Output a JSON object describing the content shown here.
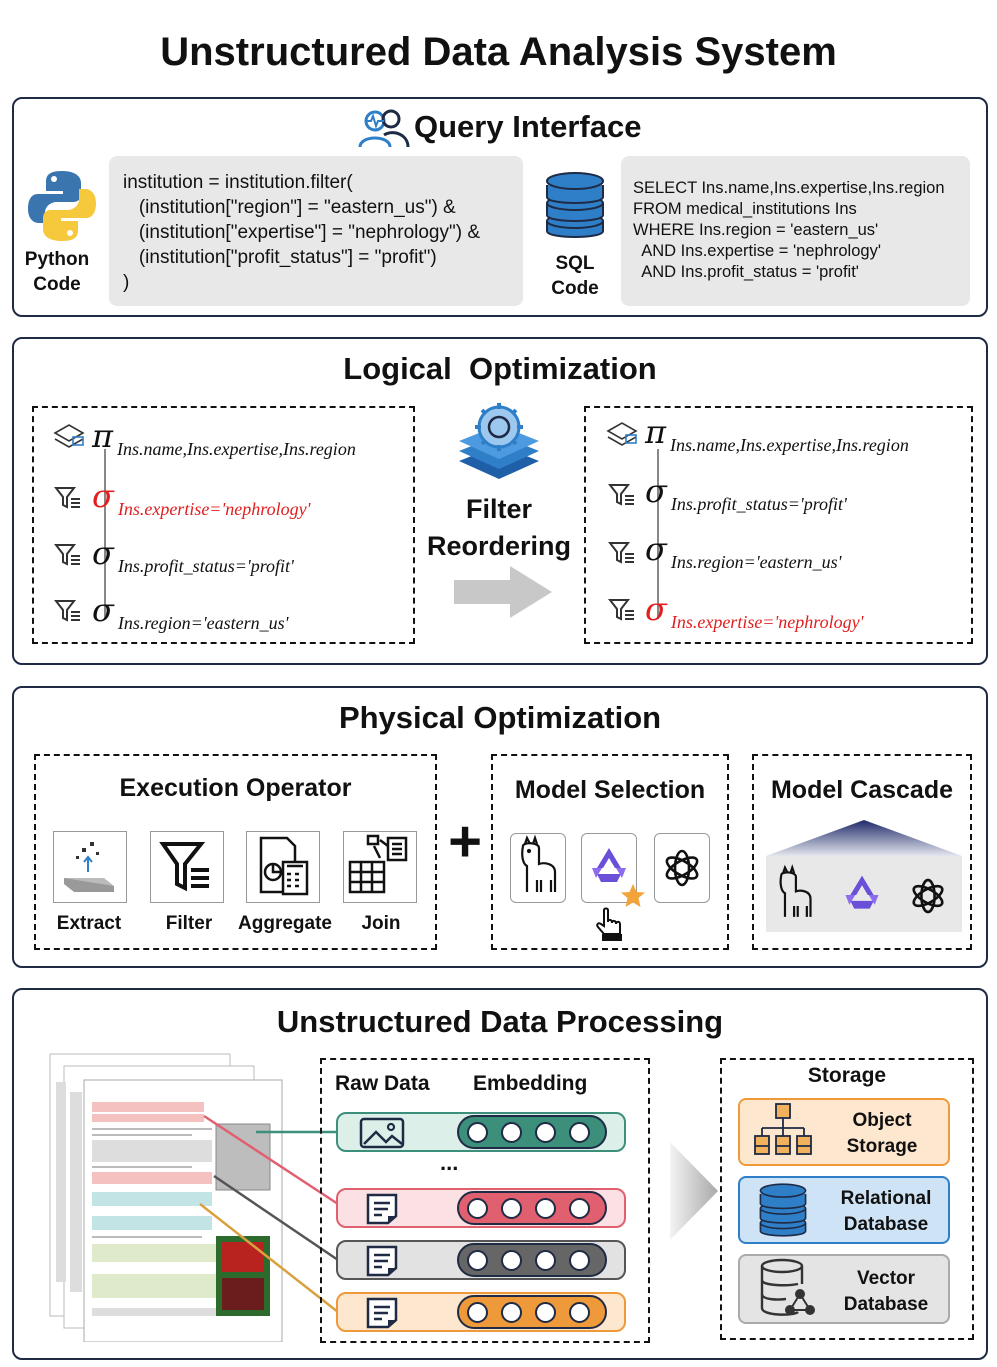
{
  "title": "Unstructured Data Analysis System",
  "query_interface": {
    "title": "Query Interface",
    "python_label": [
      "Python",
      "Code"
    ],
    "python_code": [
      "institution = institution.filter(",
      "   (institution[\"region\"] = \"eastern_us\") &",
      "   (institution[\"expertise\"] = \"nephrology\") &",
      "   (institution[\"profit_status\"] = \"profit\")",
      ")"
    ],
    "sql_label": [
      "SQL",
      "Code"
    ],
    "sql_code": [
      "SELECT Ins.name,Ins.expertise,Ins.region",
      "FROM medical_institutions Ins",
      "WHERE Ins.region = 'eastern_us'",
      "  AND Ins.expertise = 'nephrology'",
      "  AND Ins.profit_status = 'profit'"
    ]
  },
  "logical": {
    "title": "Logical  Optimization",
    "middle_label": [
      "Filter",
      "Reordering"
    ],
    "before": [
      {
        "sym": "π",
        "sub": "Ins.name,Ins.expertise,Ins.region",
        "red": false
      },
      {
        "sym": "σ",
        "sub": "Ins.expertise='nephrology'",
        "red": true
      },
      {
        "sym": "σ",
        "sub": "Ins.profit_status='profit'",
        "red": false
      },
      {
        "sym": "σ",
        "sub": "Ins.region='eastern_us'",
        "red": false
      }
    ],
    "after": [
      {
        "sym": "π",
        "sub": "Ins.name,Ins.expertise,Ins.region",
        "red": false
      },
      {
        "sym": "σ",
        "sub": "Ins.profit_status='profit'",
        "red": false
      },
      {
        "sym": "σ",
        "sub": "Ins.region='eastern_us'",
        "red": false
      },
      {
        "sym": "σ",
        "sub": "Ins.expertise='nephrology'",
        "red": true
      }
    ]
  },
  "physical": {
    "title": "Physical Optimization",
    "execution_operator": {
      "title": "Execution Operator",
      "ops": [
        "Extract",
        "Filter",
        "Aggregate",
        "Join"
      ]
    },
    "plus": "+",
    "model_selection": {
      "title": "Model Selection"
    },
    "model_cascade": {
      "title": "Model Cascade"
    }
  },
  "processing": {
    "title": "Unstructured Data Processing",
    "raw_data": "Raw Data",
    "embedding": "Embedding",
    "ellipsis": "...",
    "storage": {
      "title": "Storage",
      "items": [
        {
          "label": [
            "Object",
            "Storage"
          ]
        },
        {
          "label": [
            "Relational",
            "Database"
          ]
        },
        {
          "label": [
            "Vector",
            "Database"
          ]
        }
      ]
    }
  },
  "colors": {
    "panel_border": "#1f2a44",
    "red": "#e02020",
    "teal": "#3c8f7a",
    "pink": "#e06070",
    "gray": "#555555",
    "orange": "#ef9a3a",
    "blue": "#2f7fc8"
  }
}
